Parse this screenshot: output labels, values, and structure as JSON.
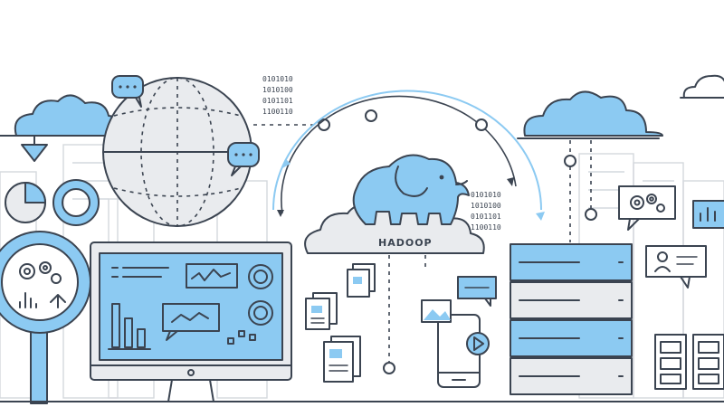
{
  "illustration": {
    "hadoop_label": "HADOOP"
  },
  "binary_left": [
    "0101010",
    "1010100",
    "0101101",
    "1100110"
  ],
  "binary_right": [
    "0101010",
    "1010100",
    "0101101",
    "1100110"
  ],
  "colors": {
    "accent": "#8ccaf2",
    "outline": "#3b4451",
    "background": "#ffffff",
    "panel": "#e9ebee"
  },
  "icons": [
    "cloud-icon",
    "globe-icon",
    "chat-bubble-icon",
    "elephant-icon",
    "monitor-icon",
    "magnifier-icon",
    "server-rack-icon",
    "document-icon",
    "smartphone-icon",
    "play-icon",
    "image-icon",
    "gear-icon",
    "user-card-icon",
    "pie-chart-icon",
    "donut-chart-icon",
    "bar-chart-icon",
    "line-chart-icon"
  ]
}
